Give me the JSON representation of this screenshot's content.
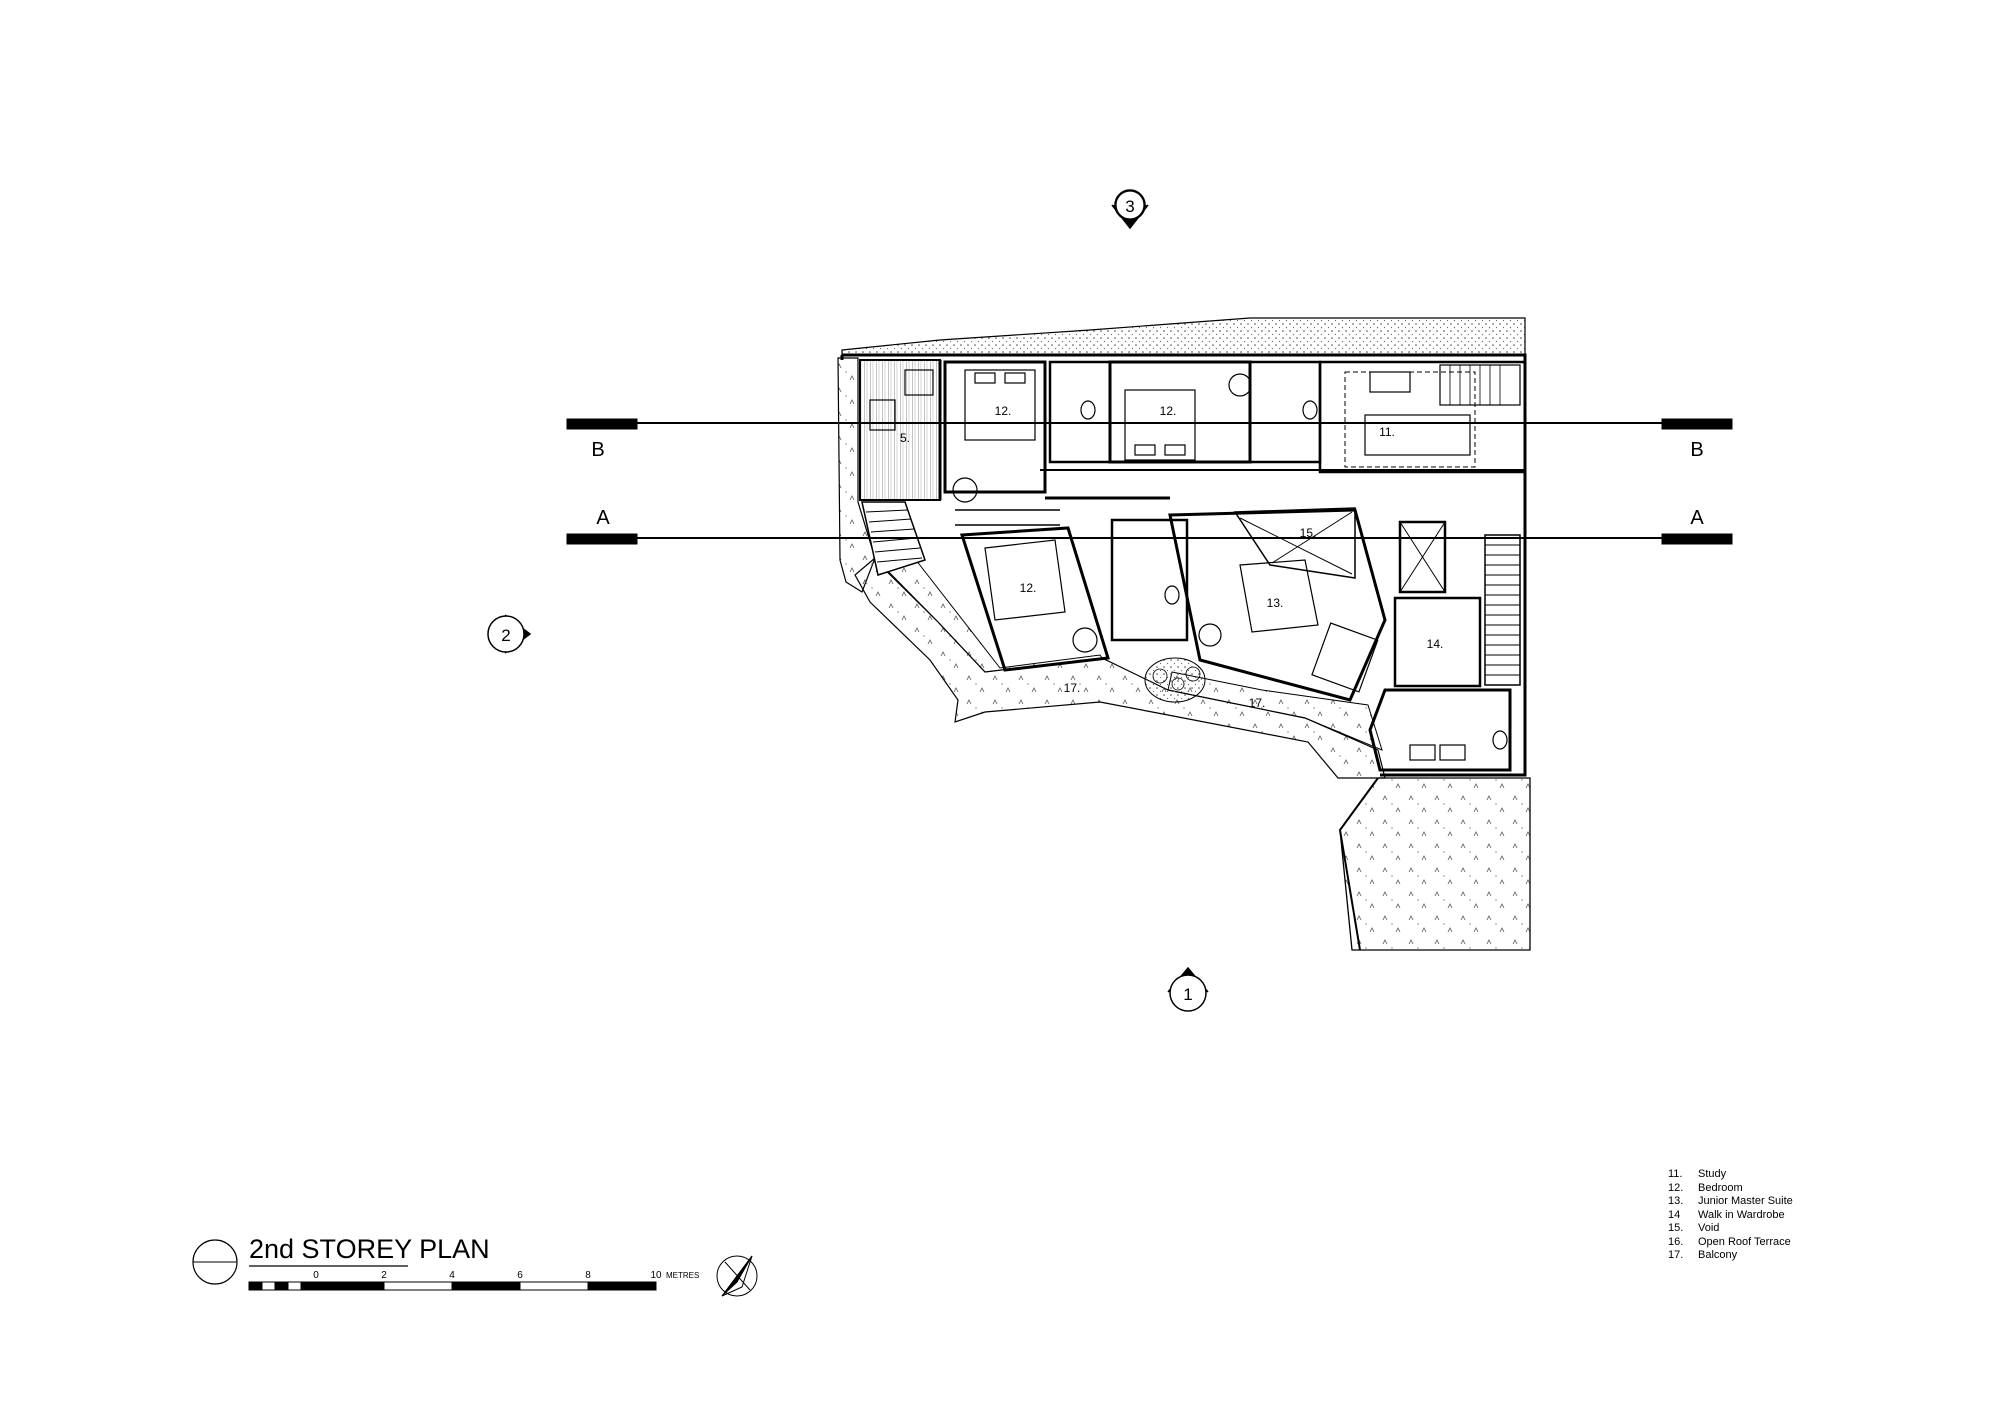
{
  "title": "2nd STOREY PLAN",
  "scale_bar": {
    "labels": [
      "0",
      "2",
      "4",
      "6",
      "8",
      "10"
    ],
    "unit": "METRES"
  },
  "section_markers": {
    "a_left": "A",
    "a_right": "A",
    "b_left": "B",
    "b_right": "B"
  },
  "elevation_markers": {
    "top": "3",
    "left": "2",
    "bottom": "1"
  },
  "room_labels": {
    "r5": "5.",
    "r12a": "12.",
    "r12b": "12.",
    "r12c": "12.",
    "r11": "11.",
    "r15": "15.",
    "r13": "13.",
    "r14": "14.",
    "r17a": "17.",
    "r17b": "17."
  },
  "legend": [
    {
      "num": "11.",
      "label": "Study"
    },
    {
      "num": "12.",
      "label": "Bedroom"
    },
    {
      "num": "13.",
      "label": "Junior Master Suite"
    },
    {
      "num": "14",
      "label": "Walk in Wardrobe"
    },
    {
      "num": "15.",
      "label": "Void"
    },
    {
      "num": "16.",
      "label": "Open Roof Terrace"
    },
    {
      "num": "17.",
      "label": "Balcony"
    }
  ],
  "colors": {
    "line": "#000000",
    "background": "#ffffff",
    "hatch": "#555555"
  }
}
